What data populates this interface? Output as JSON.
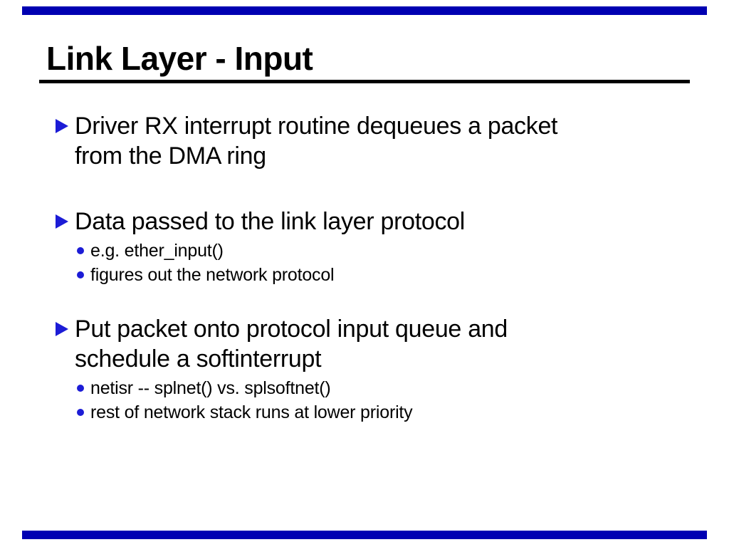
{
  "slide": {
    "title": "Link Layer - Input",
    "colors": {
      "bar": "#0000b2",
      "accent": "#1c1cd6",
      "text": "#000000"
    },
    "bullets": [
      {
        "lines": [
          "Driver RX interrupt routine dequeues a packet",
          "from the DMA ring"
        ],
        "subs": []
      },
      {
        "lines": [
          "Data passed to the link layer protocol"
        ],
        "subs": [
          "e.g. ether_input()",
          "figures out the network protocol"
        ]
      },
      {
        "lines": [
          "Put packet onto protocol input queue and",
          "schedule a softinterrupt"
        ],
        "subs": [
          "netisr -- splnet() vs. splsoftnet()",
          "rest of network stack runs at lower priority"
        ]
      }
    ]
  }
}
